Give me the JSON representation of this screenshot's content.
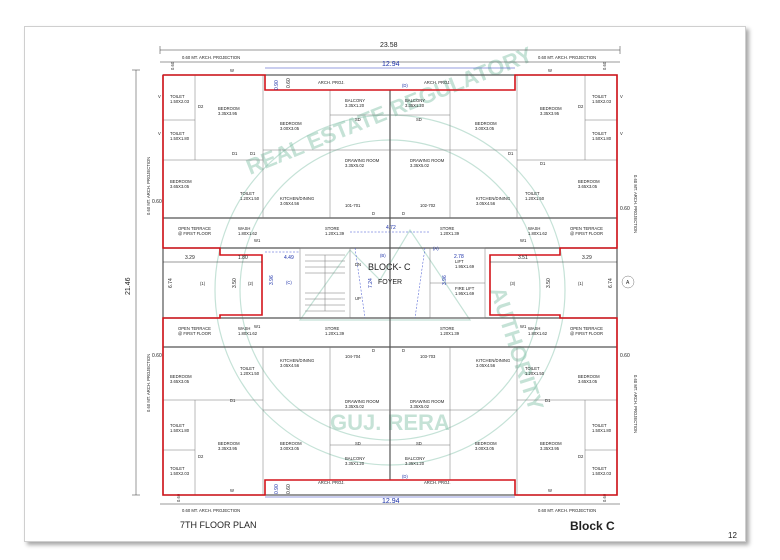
{
  "sheet": {
    "caption": "7TH FLOOR PLAN",
    "block_label": "Block C",
    "page_number": "12"
  },
  "dimensions": {
    "overall_width": "23.58",
    "overall_height": "21.46",
    "balcony_span": "12.94",
    "projection_060": "0.60",
    "projection_090": "0.90",
    "lobby_472": "4.72",
    "lobby_278": "2.78",
    "dim_449": "4.49",
    "dim_329": "3.29",
    "dim_180": "1.80",
    "dim_350": "3.50",
    "dim_674": "6.74",
    "dim_396": "3.96",
    "dim_724": "7.24",
    "dim_351": "3.51"
  },
  "labels": {
    "arch_projection": "0.60 MT. ARCH. PROJECTION",
    "arch_proj_short": "ARCH. PROJ.",
    "block_title": "BLOCK- C",
    "foyer": "FOYER",
    "dn": "DN",
    "up": "UP",
    "lift": "LIFT",
    "lift_size": "1.95X1.69",
    "fire_lift": "FIRE LIFT",
    "fire_lift_size": "1.95X1.69",
    "grid_a": "A"
  },
  "rooms": {
    "toilet": "TOILET",
    "toilet_a_size": "1.50X2.03",
    "toilet_b_size": "1.50X1.80",
    "toilet_c_size": "1.20X1.50",
    "bedroom": "BEDROOM",
    "bedroom_a_size": "3.35X3.95",
    "bedroom_b_size": "3.00X3.05",
    "bedroom_c_size": "3.65X3.05",
    "balcony": "BALCONY",
    "balcony_size": "3.35X1.20",
    "drawing_room": "DRAWING ROOM",
    "drawing_size": "3.35X5.02",
    "kitchen": "KITCHEN/DINING",
    "kitchen_size": "3.05X4.56",
    "wash": "WASH",
    "wash_size": "1.80X1.62",
    "store": "STORE",
    "store_size": "1.20X1.39",
    "open_terrace": "OPEN TERRACE",
    "first_floor": "@ FIRST FLOOR",
    "unit_101": "101-701",
    "unit_102": "102-702",
    "unit_104": "104-704",
    "unit_103": "103-703"
  },
  "tags": {
    "d": "D",
    "d1": "D1",
    "d2": "D2",
    "w": "W",
    "w1": "W1",
    "v": "V",
    "sd": "SD",
    "a": "(A)",
    "b": "(B)",
    "c": "(C)",
    "dd": "(D)",
    "n1": "(1)",
    "n2": "(2)",
    "n3": "(3)"
  },
  "watermark": {
    "top": "REAL ESTATE REGULATORY",
    "right": "AUTHORITY",
    "bottom": "GUJ. RERA"
  },
  "colors": {
    "boundary": "#d4141b",
    "dimension_blue": "#1a2fa8",
    "watermark": "#7fbfa6"
  }
}
